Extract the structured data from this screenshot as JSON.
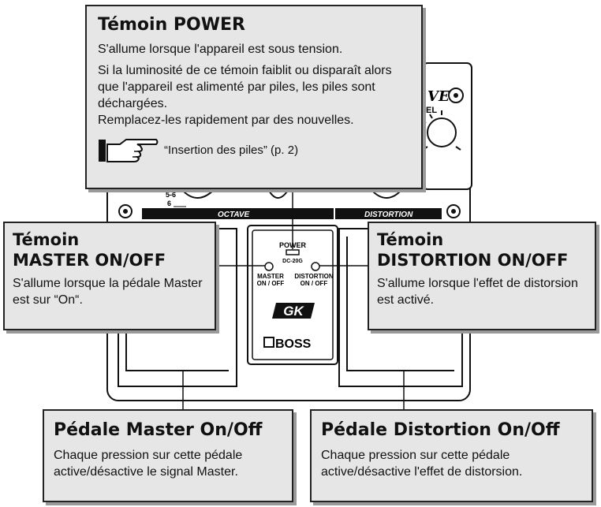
{
  "callouts": {
    "power": {
      "title": "Témoin POWER",
      "line1": "S'allume lorsque l'appareil est sous tension.",
      "line2": "Si la luminosité de ce témoin faiblit ou disparaît alors que l'appareil est alimenté par piles, les piles sont déchargées.",
      "line3": "Remplacez-les rapidement par des nouvelles.",
      "reference": "“Insertion des piles” (p. 2)"
    },
    "master": {
      "title_line1": "Témoin",
      "title_line2": "MASTER ON/OFF",
      "text": "S'allume lorsque la pédale Master est sur “On“."
    },
    "distortion": {
      "title_line1": "Témoin",
      "title_line2": "DISTORTION ON/OFF",
      "text": "S'allume lorsque l'effet de distorsion est activé."
    },
    "pedal_master": {
      "title": "Pédale Master On/Off",
      "text": "Chaque pression sur cette pédale active/désactive le signal Master."
    },
    "pedal_distortion": {
      "title": "Pédale Distortion On/Off",
      "text": "Chaque pression sur cette pédale active/désactive l'effet de distorsion."
    }
  },
  "device": {
    "power_label": "POWER",
    "dc_label": "DC-20G",
    "master_led_label_1": "MASTER",
    "master_led_label_2": "ON / OFF",
    "distortion_led_label_1": "DISTORTION",
    "distortion_led_label_2": "ON / OFF",
    "logo": "GK",
    "brand": "BOSS",
    "octave_label": "OCTAVE",
    "distortion_section_label": "DISTORTION",
    "knob_mark_1": "5-6",
    "knob_mark_2": "6",
    "top_label_1": "VE",
    "top_label_2": "EL"
  }
}
